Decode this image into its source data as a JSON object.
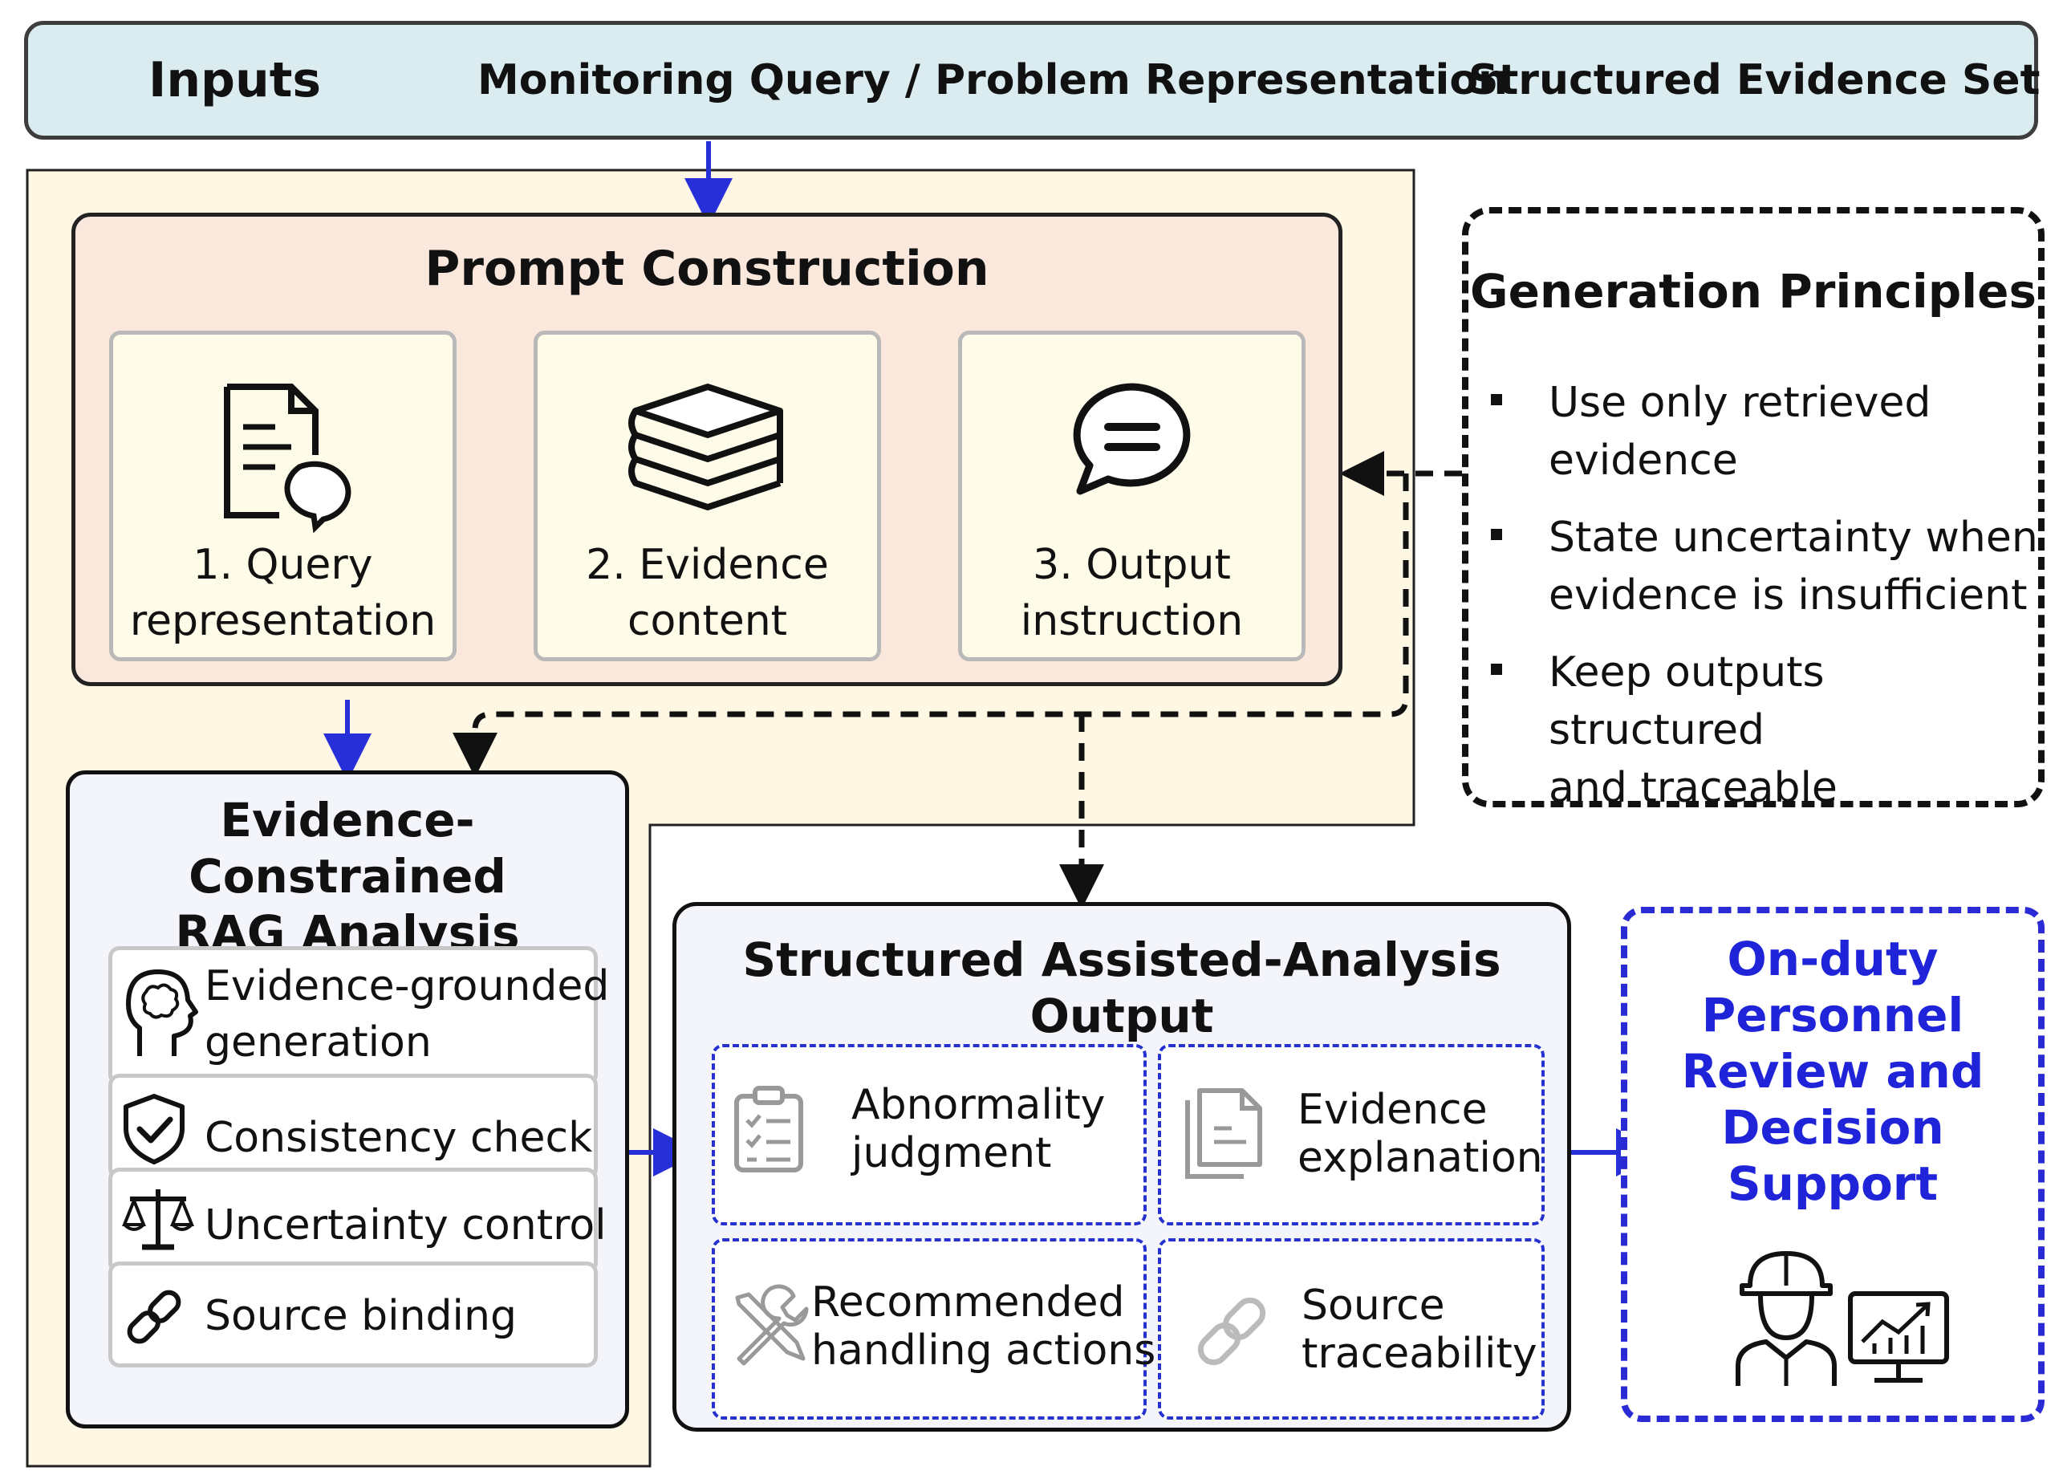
{
  "inputs": {
    "title": "Inputs",
    "item1": "Monitoring Query / Problem Representation",
    "item2": "Structured Evidence Set"
  },
  "prompt": {
    "title": "Prompt Construction",
    "steps": [
      {
        "line1": "1. Query",
        "line2": "representation",
        "icon": "document-chat-icon"
      },
      {
        "line1": "2. Evidence",
        "line2": "content",
        "icon": "book-stack-icon"
      },
      {
        "line1": "3. Output",
        "line2": "instruction",
        "icon": "speech-bubble-icon"
      }
    ]
  },
  "principles": {
    "title": "Generation Principles",
    "items": [
      {
        "line1": "Use only retrieved",
        "line2": "evidence"
      },
      {
        "line1": "State uncertainty when",
        "line2": "evidence is insufficient"
      },
      {
        "line1": "Keep outputs structured",
        "line2": "and traceable"
      }
    ]
  },
  "rag": {
    "title_line1": "Evidence-Constrained",
    "title_line2": "RAG Analysis",
    "items": [
      {
        "line1": "Evidence-grounded",
        "line2": "generation",
        "icon": "brain-head-icon"
      },
      {
        "line1": "Consistency check",
        "icon": "shield-check-icon"
      },
      {
        "line1": "Uncertainty control",
        "icon": "scale-icon"
      },
      {
        "line1": "Source binding",
        "icon": "link-icon"
      }
    ]
  },
  "output": {
    "title": "Structured Assisted-Analysis Output",
    "cards": [
      {
        "line1": "Abnormality",
        "line2": "judgment",
        "icon": "clipboard-checklist-icon"
      },
      {
        "line1": "Evidence",
        "line2": "explanation",
        "icon": "documents-icon"
      },
      {
        "line1": "Recommended",
        "line2": "handling actions",
        "icon": "tools-icon"
      },
      {
        "line1": "Source",
        "line2": "traceability",
        "icon": "link-icon"
      }
    ]
  },
  "onduty": {
    "lines": [
      "On-duty",
      "Personnel",
      "Review and",
      "Decision",
      "Support"
    ],
    "icon": "worker-monitor-icon"
  },
  "colors": {
    "inputs_fill": "#dbecf1",
    "cream": "#fdf7e4",
    "prompt_fill": "#fae8dc",
    "blue_arrow": "#2630d6",
    "orange_arrow": "#f7b81f",
    "onduty_blue": "#1f24d9"
  }
}
